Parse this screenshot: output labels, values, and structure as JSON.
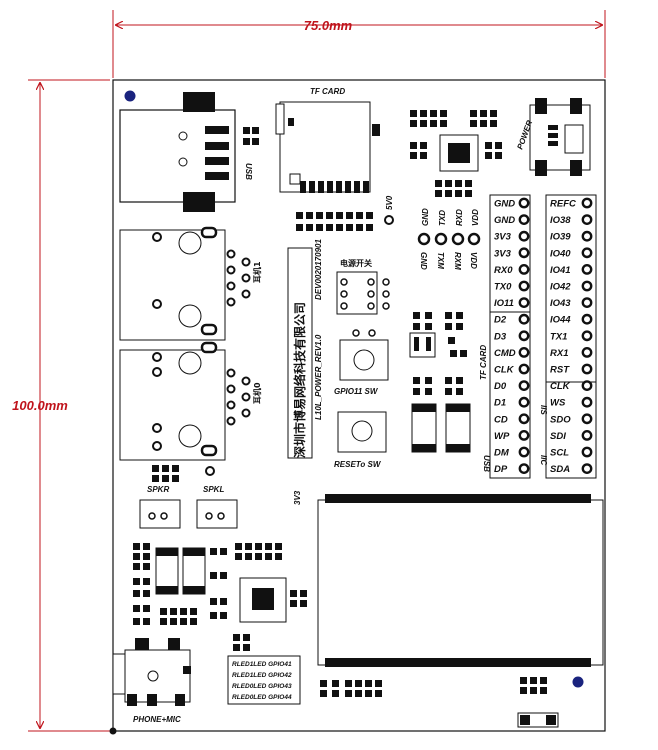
{
  "dimensions": {
    "width_label": "75.0mm",
    "height_label": "100.0mm"
  },
  "labels": {
    "tf_card_top": "TF CARD",
    "usb_top": "USB",
    "power": "POWER",
    "v5": "5V0",
    "v3": "3V3",
    "gnd": "GND",
    "txd": "TXD",
    "rxd": "RXD",
    "rxm": "RXM",
    "txm": "TXM",
    "vdd": "VDD",
    "ir_power_switch": "电源开关",
    "ir1": "耳机1",
    "ir0": "耳机0",
    "company": "深圳市博易网络科技有限公司",
    "board_name": "L10L_POWER_REV1.0",
    "board_id": "DEV0020170901",
    "gpio_sw": "GPIO11  SW",
    "reset_sw": "RESETo  SW",
    "spkr": "SPKR",
    "spkl": "SPKL",
    "phone_mic": "PHONE+MIC",
    "tf_card_side": "TF CARD",
    "usb_side": "USB",
    "iic": "IIC",
    "iis": "IIS"
  },
  "led_table": [
    "RLED1LED  GPIO41",
    "RLED1LED  GPIO42",
    "RLED0LED  GPIO43",
    "RLED0LED  GPIO44"
  ],
  "left_header_pins": [
    "GND",
    "GND",
    "3V3",
    "3V3",
    "RX0",
    "TX0",
    "IO11",
    "D2",
    "D3",
    "CMD",
    "CLK",
    "D0",
    "D1",
    "CD",
    "WP",
    "DM",
    "DP"
  ],
  "right_header_pins": [
    "REFC",
    "IO38",
    "IO39",
    "IO40",
    "IO41",
    "IO42",
    "IO43",
    "IO44",
    "TX1",
    "RX1",
    "RST",
    "CLK",
    "WS",
    "SDO",
    "SDI",
    "SCL",
    "SDA"
  ],
  "colors": {
    "dimension_line": "#c0141c",
    "silkscreen": "#111111",
    "mount_hole": "#1a237e"
  }
}
